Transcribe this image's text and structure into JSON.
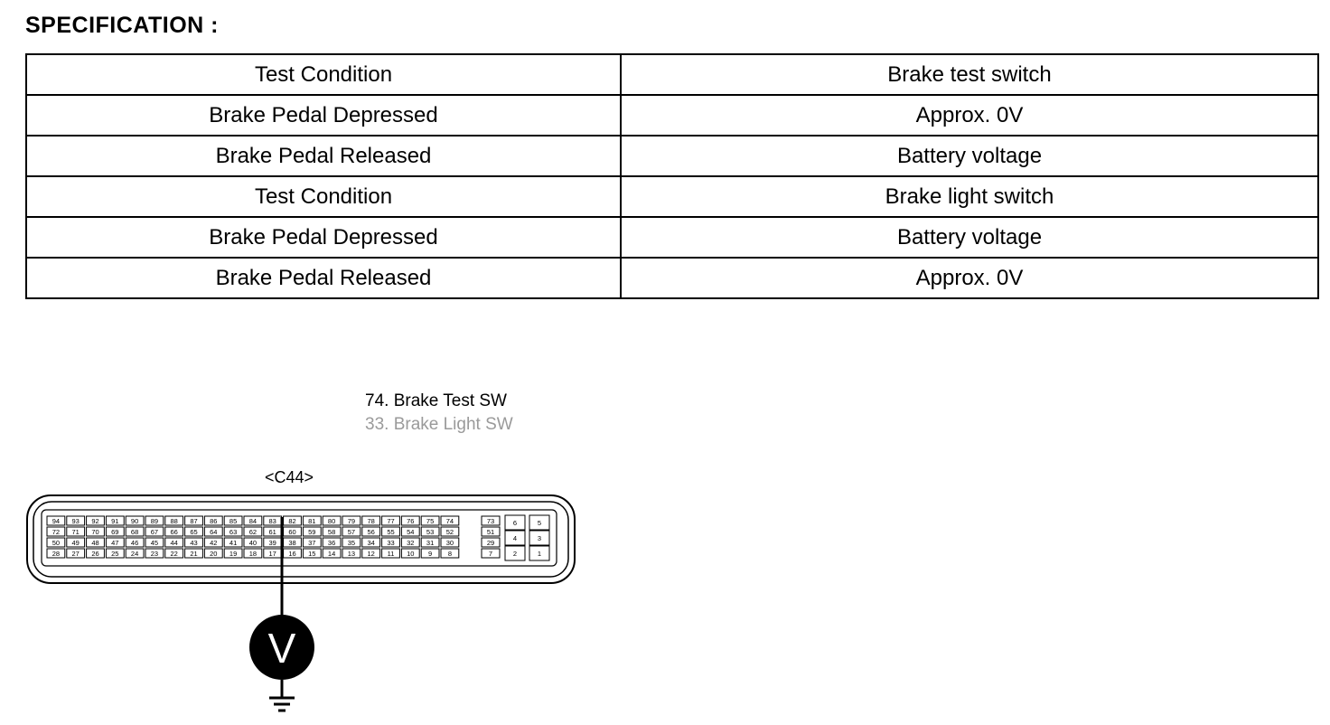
{
  "title": "SPECIFICATION :",
  "table": {
    "rows": [
      [
        "Test Condition",
        "Brake test switch"
      ],
      [
        "Brake Pedal Depressed",
        "Approx.  0V"
      ],
      [
        "Brake Pedal Released",
        "Battery voltage"
      ],
      [
        "Test Condition",
        "Brake light switch"
      ],
      [
        "Brake Pedal Depressed",
        "Battery voltage"
      ],
      [
        "Brake Pedal Released",
        "Approx.  0V"
      ]
    ]
  },
  "legend": {
    "pin74": "74. Brake Test SW",
    "pin33": "33. Brake Light SW"
  },
  "connector": {
    "name": "<C44>",
    "pin_rows": [
      [
        "94",
        "93",
        "92",
        "91",
        "90",
        "89",
        "88",
        "87",
        "86",
        "85",
        "84",
        "83",
        "82",
        "81",
        "80",
        "79",
        "78",
        "77",
        "76",
        "75",
        "74"
      ],
      [
        "72",
        "71",
        "70",
        "69",
        "68",
        "67",
        "66",
        "65",
        "64",
        "63",
        "62",
        "61",
        "60",
        "59",
        "58",
        "57",
        "56",
        "55",
        "54",
        "53",
        "52"
      ],
      [
        "50",
        "49",
        "48",
        "47",
        "46",
        "45",
        "44",
        "43",
        "42",
        "41",
        "40",
        "39",
        "38",
        "37",
        "36",
        "35",
        "34",
        "33",
        "32",
        "31",
        "30"
      ],
      [
        "28",
        "27",
        "26",
        "25",
        "24",
        "23",
        "22",
        "21",
        "20",
        "19",
        "18",
        "17",
        "16",
        "15",
        "14",
        "13",
        "12",
        "11",
        "10",
        "9",
        "8"
      ]
    ],
    "right_col_pins": [
      "73",
      "51",
      "29",
      "7"
    ],
    "block_pins": [
      "6",
      "5",
      "4",
      "3",
      "2",
      "1"
    ],
    "probe_pin": "83"
  },
  "meter": {
    "symbol": "V"
  },
  "icons": [
    "voltmeter-icon",
    "ground-icon"
  ]
}
